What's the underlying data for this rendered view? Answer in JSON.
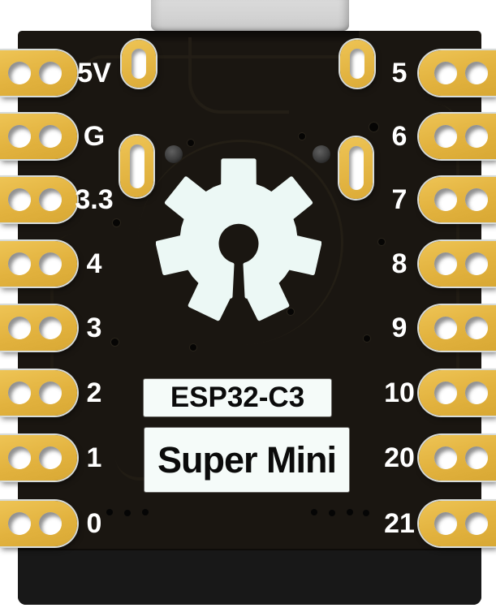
{
  "board": {
    "name_line1": "ESP32-C3",
    "name_line2": "Super Mini"
  },
  "pins": {
    "left": [
      "5V",
      "G",
      "3.3",
      "4",
      "3",
      "2",
      "1",
      "0"
    ],
    "right": [
      "5",
      "6",
      "7",
      "8",
      "9",
      "10",
      "20",
      "21"
    ]
  },
  "icons": {
    "center_logo": "open-source-hardware-gear",
    "usb": "usb-connector"
  },
  "colors": {
    "pad_gold": "#e2b23e",
    "board_black": "#1a1611",
    "silkscreen_white": "#ffffff",
    "logo_white": "#ecf8f5",
    "usb_gray": "#d2d2d2"
  }
}
